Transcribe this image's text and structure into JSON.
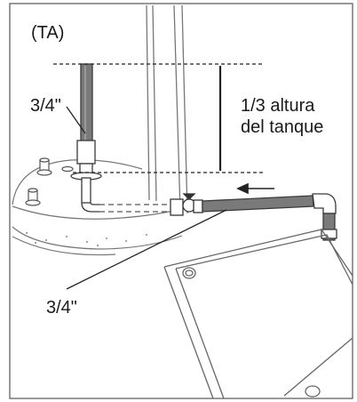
{
  "labels": {
    "ta": "(TA)",
    "pipe_top": "3/4\"",
    "height_line1": "1/3 altura",
    "height_line2": "del tanque",
    "pipe_bottom": "3/4\""
  },
  "colors": {
    "sketch_line": "#555555",
    "pipe_fill": "#7a7a7a",
    "pipe_dark": "#3a3a3a",
    "dimension": "#222222",
    "background": "#ffffff"
  },
  "icons": {
    "valve": "valve-icon",
    "arrow": "flow-arrow-icon"
  }
}
